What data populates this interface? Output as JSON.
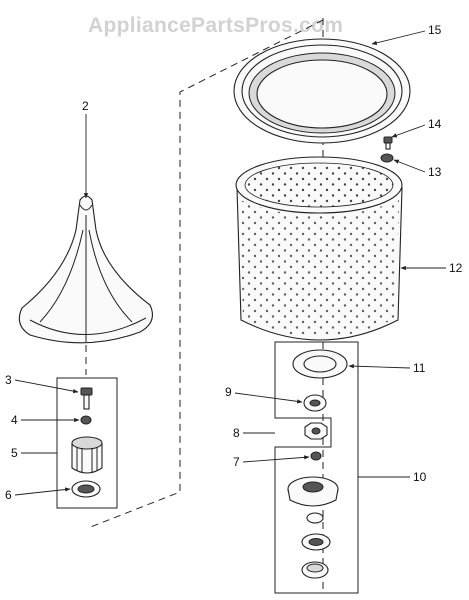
{
  "watermark": "AppliancePartsPros.com",
  "callouts": [
    "2",
    "3",
    "4",
    "5",
    "6",
    "7",
    "8",
    "9",
    "10",
    "11",
    "12",
    "13",
    "14",
    "15"
  ],
  "colors": {
    "line": "#222222",
    "watermark": "#d2d2d2",
    "background": "#ffffff"
  }
}
